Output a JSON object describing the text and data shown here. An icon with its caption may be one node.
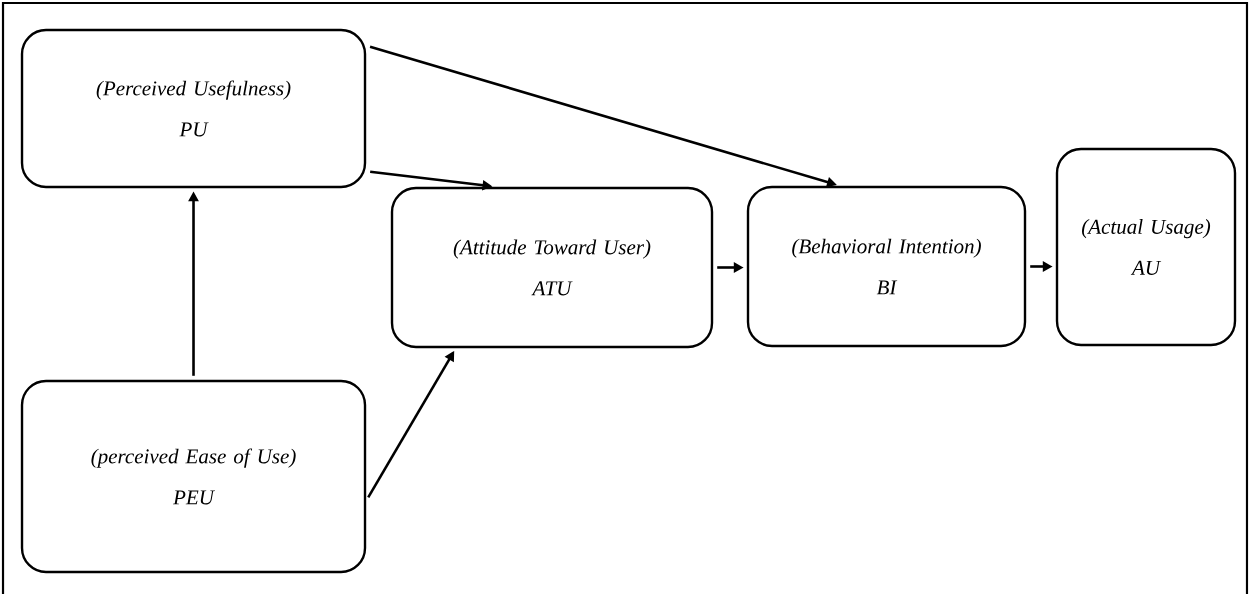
{
  "diagram": {
    "nodes": [
      {
        "text": [
          "(Perceived Usefulness)",
          "PU"
        ]
      },
      {
        "text": [
          "(Attitude Toward User)",
          "ATU"
        ]
      },
      {
        "text": [
          "(Behavioral Intention)",
          "BI"
        ]
      },
      {
        "text": [
          "(Actual Usage)",
          "AU"
        ]
      },
      {
        "text": [
          "(perceived Ease of Use)",
          "PEU"
        ]
      }
    ],
    "edges": [
      {
        "from": 0,
        "to": 1,
        "arrow": "to"
      },
      {
        "from": 0,
        "to": 2,
        "arrow": "to"
      },
      {
        "from": 4,
        "to": 0,
        "arrow": "to"
      },
      {
        "from": 4,
        "to": 1,
        "arrow": "to"
      },
      {
        "from": 1,
        "to": 2,
        "arrow": "to"
      },
      {
        "from": 2,
        "to": 3,
        "arrow": "to"
      }
    ]
  }
}
